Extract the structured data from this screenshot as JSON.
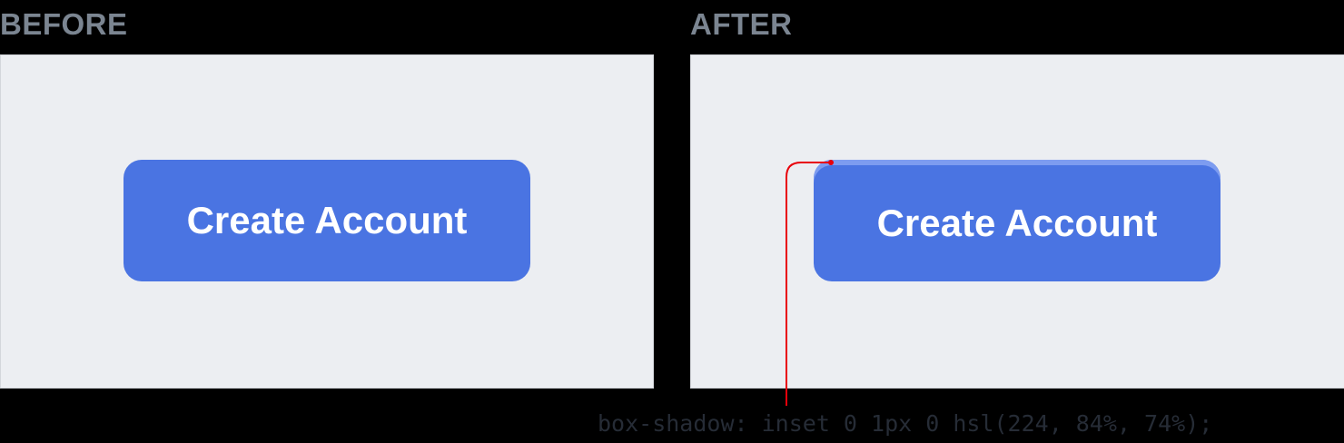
{
  "before": {
    "label": "BEFORE",
    "button_label": "Create Account"
  },
  "after": {
    "label": "AFTER",
    "button_label": "Create Account"
  },
  "annotation": {
    "code": "box-shadow: inset 0 1px 0 hsl(224, 84%, 74%);",
    "color": "#e8000b"
  },
  "colors": {
    "button": "#4a74e2",
    "highlight": "#7d9cf0",
    "panel": "#eceef2"
  }
}
